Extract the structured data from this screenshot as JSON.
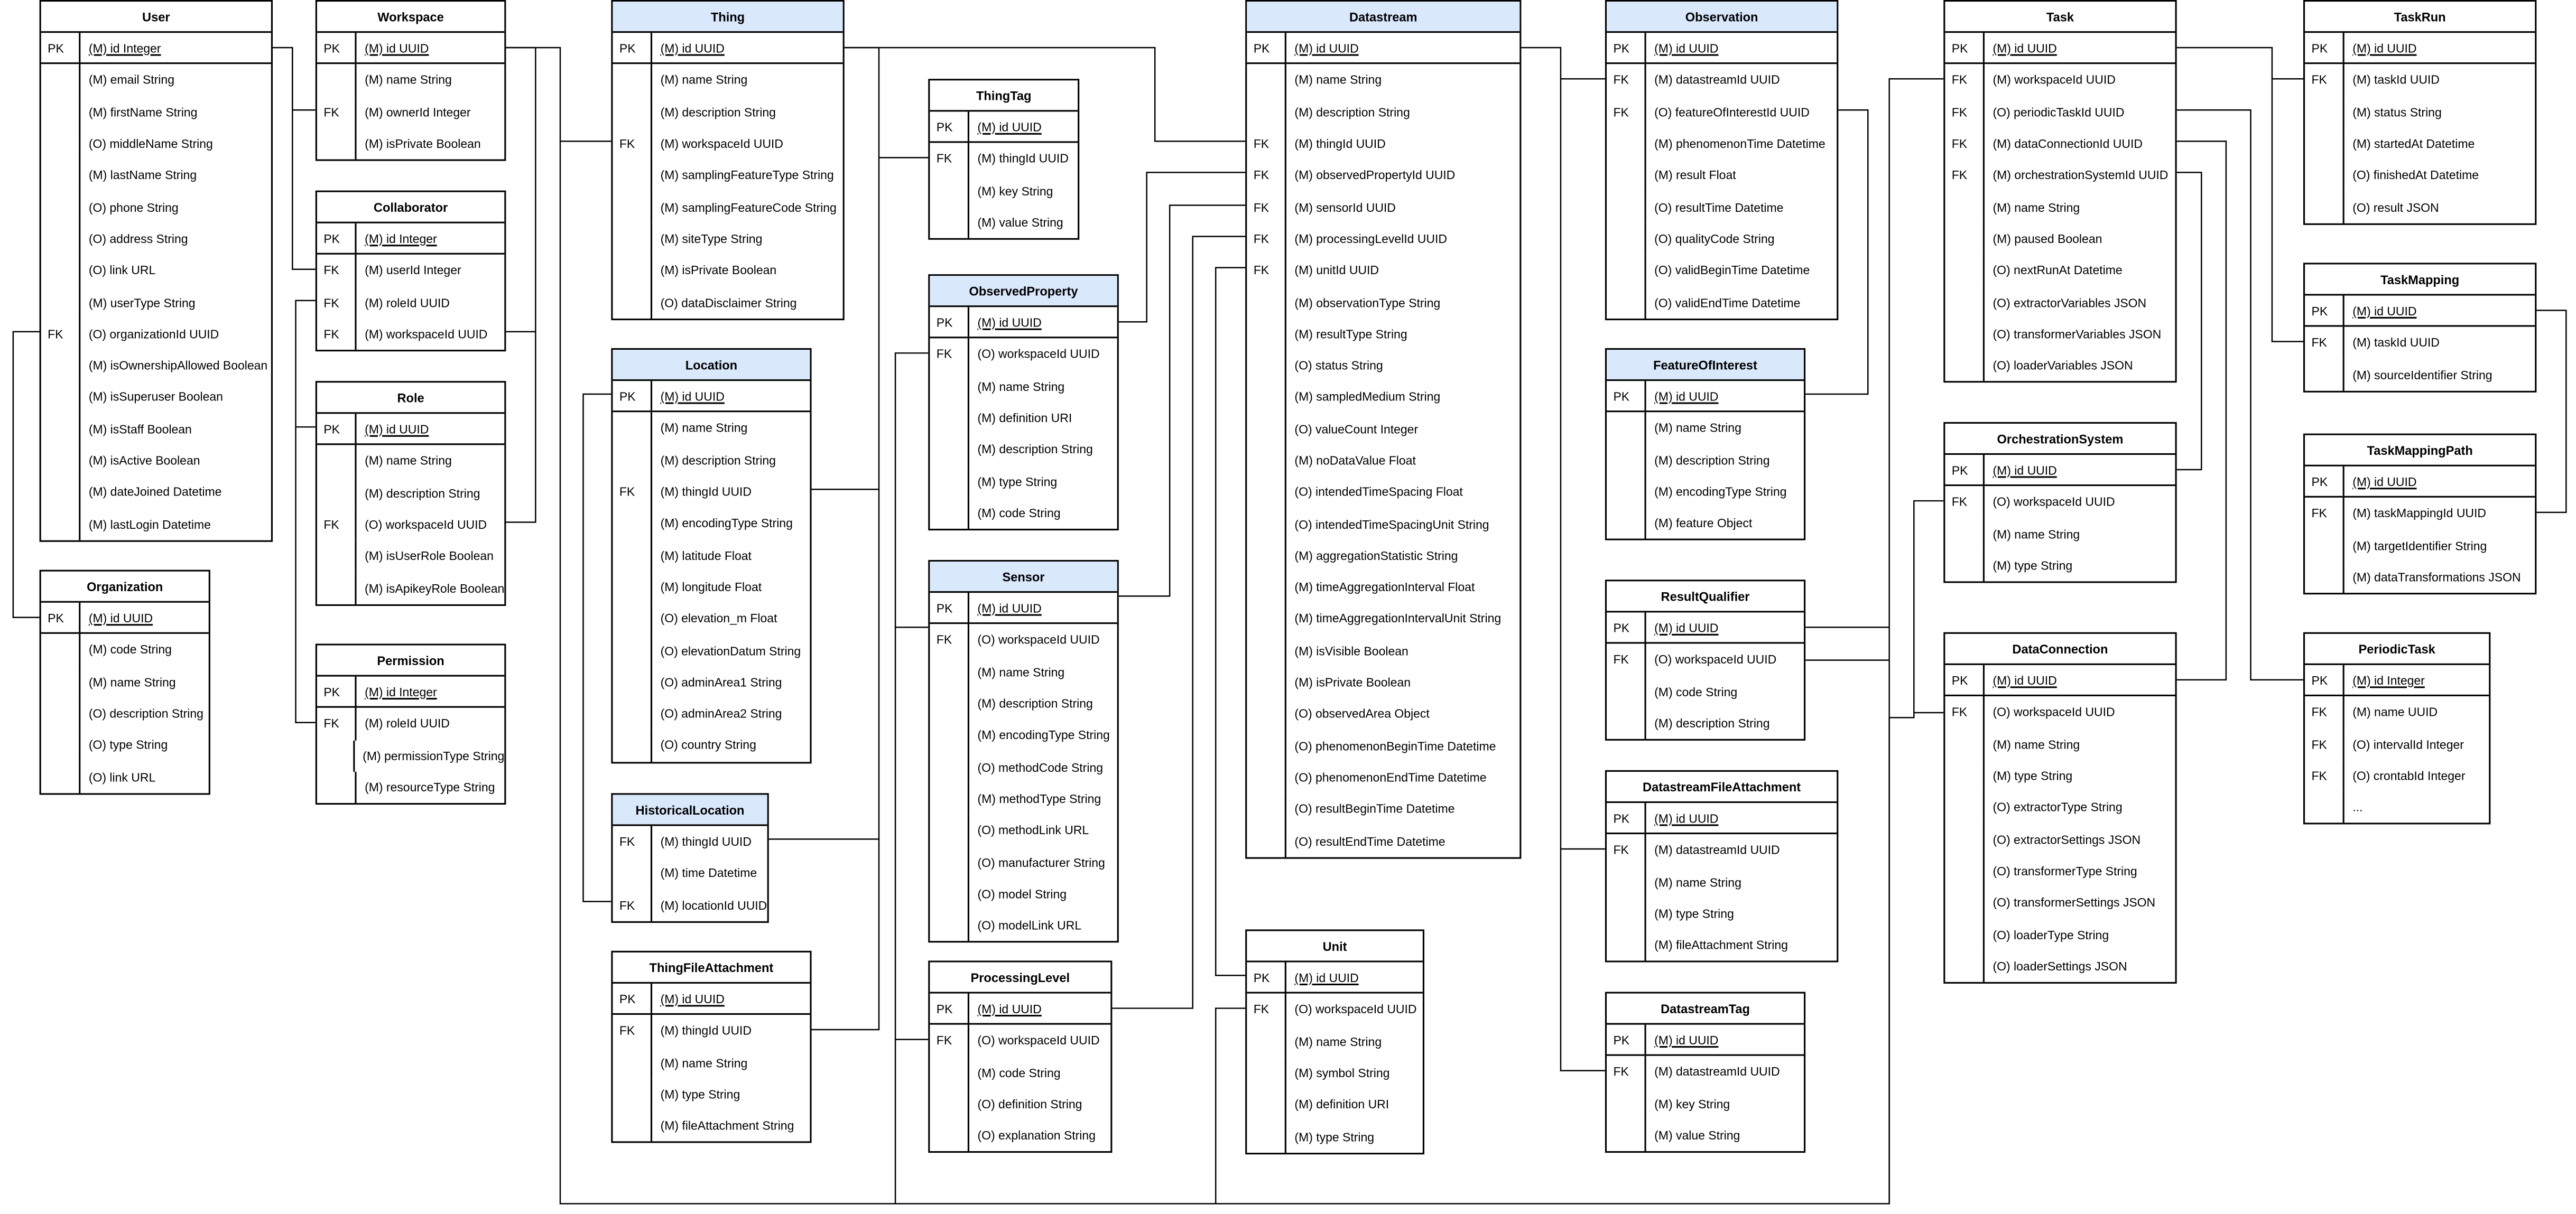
{
  "tables": [
    {
      "name": "User",
      "blue": false,
      "rows": [
        [
          "PK",
          "(M) id Integer"
        ],
        [
          "",
          "(M) email String"
        ],
        [
          "",
          "(M) firstName String"
        ],
        [
          "",
          "(O) middleName String"
        ],
        [
          "",
          "(M) lastName String"
        ],
        [
          "",
          "(O) phone String"
        ],
        [
          "",
          "(O) address String"
        ],
        [
          "",
          "(O) link URL"
        ],
        [
          "",
          "(M) userType String"
        ],
        [
          "FK",
          "(O) organizationId UUID"
        ],
        [
          "",
          "(M) isOwnershipAllowed Boolean"
        ],
        [
          "",
          "(M) isSuperuser Boolean"
        ],
        [
          "",
          "(M) isStaff Boolean"
        ],
        [
          "",
          "(M) isActive Boolean"
        ],
        [
          "",
          "(M) dateJoined Datetime"
        ],
        [
          "",
          "(M) lastLogin Datetime"
        ]
      ]
    },
    {
      "name": "Organization",
      "blue": false,
      "rows": [
        [
          "PK",
          "(M) id UUID"
        ],
        [
          "",
          "(M) code String"
        ],
        [
          "",
          "(M) name String"
        ],
        [
          "",
          "(O) description String"
        ],
        [
          "",
          "(O) type String"
        ],
        [
          "",
          "(O) link URL"
        ]
      ]
    },
    {
      "name": "Workspace",
      "blue": false,
      "rows": [
        [
          "PK",
          "(M) id UUID"
        ],
        [
          "",
          "(M) name String"
        ],
        [
          "FK",
          "(M) ownerId Integer"
        ],
        [
          "",
          "(M) isPrivate Boolean"
        ]
      ]
    },
    {
      "name": "Collaborator",
      "blue": false,
      "rows": [
        [
          "PK",
          "(M) id Integer"
        ],
        [
          "FK",
          "(M) userId Integer"
        ],
        [
          "FK",
          "(M) roleId UUID"
        ],
        [
          "FK",
          "(M) workspaceId UUID"
        ]
      ]
    },
    {
      "name": "Role",
      "blue": false,
      "rows": [
        [
          "PK",
          "(M) id UUID"
        ],
        [
          "",
          "(M) name String"
        ],
        [
          "",
          "(M) description String"
        ],
        [
          "FK",
          "(O) workspaceId UUID"
        ],
        [
          "",
          "(M) isUserRole Boolean"
        ],
        [
          "",
          "(M) isApikeyRole Boolean"
        ]
      ]
    },
    {
      "name": "Permission",
      "blue": false,
      "rows": [
        [
          "PK",
          "(M) id Integer"
        ],
        [
          "FK",
          "(M) roleId UUID"
        ],
        [
          "",
          "(M) permissionType String"
        ],
        [
          "",
          "(M) resourceType String"
        ]
      ]
    },
    {
      "name": "Thing",
      "blue": true,
      "rows": [
        [
          "PK",
          "(M) id UUID"
        ],
        [
          "",
          "(M) name String"
        ],
        [
          "",
          "(M) description String"
        ],
        [
          "FK",
          "(M) workspaceId UUID"
        ],
        [
          "",
          "(M) samplingFeatureType String"
        ],
        [
          "",
          "(M) samplingFeatureCode String"
        ],
        [
          "",
          "(M) siteType String"
        ],
        [
          "",
          "(M) isPrivate Boolean"
        ],
        [
          "",
          "(O) dataDisclaimer String"
        ]
      ]
    },
    {
      "name": "Location",
      "blue": true,
      "rows": [
        [
          "PK",
          "(M) id UUID"
        ],
        [
          "",
          "(M) name String"
        ],
        [
          "",
          "(M) description String"
        ],
        [
          "FK",
          "(M) thingId UUID"
        ],
        [
          "",
          "(M) encodingType String"
        ],
        [
          "",
          "(M) latitude Float"
        ],
        [
          "",
          "(M) longitude Float"
        ],
        [
          "",
          "(O) elevation_m Float"
        ],
        [
          "",
          "(O) elevationDatum String"
        ],
        [
          "",
          "(O) adminArea1 String"
        ],
        [
          "",
          "(O) adminArea2 String"
        ],
        [
          "",
          "(O) country String"
        ]
      ]
    },
    {
      "name": "HistoricalLocation",
      "blue": true,
      "rows": [
        [
          "FK",
          "(M) thingId UUID"
        ],
        [
          "",
          "(M) time Datetime"
        ],
        [
          "FK",
          "(M) locationId UUID"
        ]
      ]
    },
    {
      "name": "ThingFileAttachment",
      "blue": false,
      "rows": [
        [
          "PK",
          "(M) id UUID"
        ],
        [
          "FK",
          "(M) thingId UUID"
        ],
        [
          "",
          "(M) name String"
        ],
        [
          "",
          "(M) type String"
        ],
        [
          "",
          "(M) fileAttachment String"
        ]
      ]
    },
    {
      "name": "ThingTag",
      "blue": false,
      "rows": [
        [
          "PK",
          "(M) id UUID"
        ],
        [
          "FK",
          "(M) thingId UUID"
        ],
        [
          "",
          "(M) key String"
        ],
        [
          "",
          "(M) value String"
        ]
      ]
    },
    {
      "name": "ObservedProperty",
      "blue": true,
      "rows": [
        [
          "PK",
          "(M) id UUID"
        ],
        [
          "FK",
          "(O) workspaceId UUID"
        ],
        [
          "",
          "(M) name String"
        ],
        [
          "",
          "(M) definition URI"
        ],
        [
          "",
          "(M) description String"
        ],
        [
          "",
          "(M) type String"
        ],
        [
          "",
          "(M) code String"
        ]
      ]
    },
    {
      "name": "Sensor",
      "blue": true,
      "rows": [
        [
          "PK",
          "(M) id UUID"
        ],
        [
          "FK",
          "(O) workspaceId UUID"
        ],
        [
          "",
          "(M) name String"
        ],
        [
          "",
          "(M) description String"
        ],
        [
          "",
          "(M) encodingType String"
        ],
        [
          "",
          "(O) methodCode String"
        ],
        [
          "",
          "(M) methodType String"
        ],
        [
          "",
          "(O) methodLink URL"
        ],
        [
          "",
          "(O) manufacturer String"
        ],
        [
          "",
          "(O) model String"
        ],
        [
          "",
          "(O) modelLink URL"
        ]
      ]
    },
    {
      "name": "ProcessingLevel",
      "blue": false,
      "rows": [
        [
          "PK",
          "(M) id UUID"
        ],
        [
          "FK",
          "(O) workspaceId UUID"
        ],
        [
          "",
          "(M) code String"
        ],
        [
          "",
          "(O) definition String"
        ],
        [
          "",
          "(O) explanation String"
        ]
      ]
    },
    {
      "name": "Datastream",
      "blue": true,
      "rows": [
        [
          "PK",
          "(M) id UUID"
        ],
        [
          "",
          "(M) name String"
        ],
        [
          "",
          "(M) description String"
        ],
        [
          "FK",
          "(M) thingId UUID"
        ],
        [
          "FK",
          "(M) observedPropertyId UUID"
        ],
        [
          "FK",
          "(M) sensorId UUID"
        ],
        [
          "FK",
          "(M) processingLevelId UUID"
        ],
        [
          "FK",
          "(M) unitId UUID"
        ],
        [
          "",
          "(M) observationType String"
        ],
        [
          "",
          "(M) resultType String"
        ],
        [
          "",
          "(O) status String"
        ],
        [
          "",
          "(M) sampledMedium String"
        ],
        [
          "",
          "(O) valueCount Integer"
        ],
        [
          "",
          "(M) noDataValue Float"
        ],
        [
          "",
          "(O) intendedTimeSpacing Float"
        ],
        [
          "",
          "(O) intendedTimeSpacingUnit String"
        ],
        [
          "",
          "(M) aggregationStatistic String"
        ],
        [
          "",
          "(M) timeAggregationInterval Float"
        ],
        [
          "",
          "(M) timeAggregationIntervalUnit String"
        ],
        [
          "",
          "(M) isVisible Boolean"
        ],
        [
          "",
          "(M) isPrivate Boolean"
        ],
        [
          "",
          "(O) observedArea Object"
        ],
        [
          "",
          "(O) phenomenonBeginTime Datetime"
        ],
        [
          "",
          "(O) phenomenonEndTime Datetime"
        ],
        [
          "",
          "(O) resultBeginTime Datetime"
        ],
        [
          "",
          "(O) resultEndTime Datetime"
        ]
      ]
    },
    {
      "name": "Unit",
      "blue": false,
      "rows": [
        [
          "PK",
          "(M) id UUID"
        ],
        [
          "FK",
          "(O) workspaceId UUID"
        ],
        [
          "",
          "(M) name String"
        ],
        [
          "",
          "(M) symbol String"
        ],
        [
          "",
          "(M) definition URI"
        ],
        [
          "",
          "(M) type String"
        ]
      ]
    },
    {
      "name": "Observation",
      "blue": true,
      "rows": [
        [
          "PK",
          "(M) id UUID"
        ],
        [
          "FK",
          "(M) datastreamId UUID"
        ],
        [
          "FK",
          "(O) featureOfInterestId UUID"
        ],
        [
          "",
          "(M) phenomenonTime Datetime"
        ],
        [
          "",
          "(M) result Float"
        ],
        [
          "",
          "(O) resultTime Datetime"
        ],
        [
          "",
          "(O) qualityCode String"
        ],
        [
          "",
          "(O) validBeginTime Datetime"
        ],
        [
          "",
          "(O) validEndTime Datetime"
        ]
      ]
    },
    {
      "name": "FeatureOfInterest",
      "blue": true,
      "rows": [
        [
          "PK",
          "(M) id UUID"
        ],
        [
          "",
          "(M) name String"
        ],
        [
          "",
          "(M) description String"
        ],
        [
          "",
          "(M) encodingType String"
        ],
        [
          "",
          "(M) feature Object"
        ]
      ]
    },
    {
      "name": "ResultQualifier",
      "blue": false,
      "rows": [
        [
          "PK",
          "(M) id UUID"
        ],
        [
          "FK",
          "(O) workspaceId UUID"
        ],
        [
          "",
          "(M) code String"
        ],
        [
          "",
          "(M) description String"
        ]
      ]
    },
    {
      "name": "DatastreamFileAttachment",
      "blue": false,
      "rows": [
        [
          "PK",
          "(M) id UUID"
        ],
        [
          "FK",
          "(M) datastreamId UUID"
        ],
        [
          "",
          "(M) name String"
        ],
        [
          "",
          "(M) type String"
        ],
        [
          "",
          "(M) fileAttachment String"
        ]
      ]
    },
    {
      "name": "DatastreamTag",
      "blue": false,
      "rows": [
        [
          "PK",
          "(M) id UUID"
        ],
        [
          "FK",
          "(M) datastreamId UUID"
        ],
        [
          "",
          "(M) key String"
        ],
        [
          "",
          "(M) value String"
        ]
      ]
    },
    {
      "name": "Task",
      "blue": false,
      "rows": [
        [
          "PK",
          "(M) id UUID"
        ],
        [
          "FK",
          "(M) workspaceId UUID"
        ],
        [
          "FK",
          "(O) periodicTaskId UUID"
        ],
        [
          "FK",
          "(M) dataConnectionId UUID"
        ],
        [
          "FK",
          "(M) orchestrationSystemId UUID"
        ],
        [
          "",
          "(M) name String"
        ],
        [
          "",
          "(M) paused Boolean"
        ],
        [
          "",
          "(O) nextRunAt Datetime"
        ],
        [
          "",
          "(O) extractorVariables JSON"
        ],
        [
          "",
          "(O) transformerVariables JSON"
        ],
        [
          "",
          "(O) loaderVariables JSON"
        ]
      ]
    },
    {
      "name": "OrchestrationSystem",
      "blue": false,
      "rows": [
        [
          "PK",
          "(M) id UUID"
        ],
        [
          "FK",
          "(O) workspaceId UUID"
        ],
        [
          "",
          "(M) name String"
        ],
        [
          "",
          "(M) type String"
        ]
      ]
    },
    {
      "name": "DataConnection",
      "blue": false,
      "rows": [
        [
          "PK",
          "(M) id UUID"
        ],
        [
          "FK",
          "(O) workspaceId UUID"
        ],
        [
          "",
          "(M) name String"
        ],
        [
          "",
          "(M) type String"
        ],
        [
          "",
          "(O) extractorType String"
        ],
        [
          "",
          "(O) extractorSettings JSON"
        ],
        [
          "",
          "(O) transformerType String"
        ],
        [
          "",
          "(O) transformerSettings JSON"
        ],
        [
          "",
          "(O) loaderType String"
        ],
        [
          "",
          "(O) loaderSettings JSON"
        ]
      ]
    },
    {
      "name": "TaskRun",
      "blue": false,
      "rows": [
        [
          "PK",
          "(M) id UUID"
        ],
        [
          "FK",
          "(M) taskId UUID"
        ],
        [
          "",
          "(M) status String"
        ],
        [
          "",
          "(M) startedAt Datetime"
        ],
        [
          "",
          "(O) finishedAt Datetime"
        ],
        [
          "",
          "(O) result JSON"
        ]
      ]
    },
    {
      "name": "TaskMapping",
      "blue": false,
      "rows": [
        [
          "PK",
          "(M) id UUID"
        ],
        [
          "FK",
          "(M) taskId UUID"
        ],
        [
          "",
          "(M) sourceIdentifier String"
        ]
      ]
    },
    {
      "name": "TaskMappingPath",
      "blue": false,
      "rows": [
        [
          "PK",
          "(M) id UUID"
        ],
        [
          "FK",
          "(M) taskMappingId UUID"
        ],
        [
          "",
          "(M) targetIdentifier String"
        ],
        [
          "",
          "(M) dataTransformations JSON"
        ]
      ]
    },
    {
      "name": "PeriodicTask",
      "blue": false,
      "rows": [
        [
          "PK",
          "(M) id Integer"
        ],
        [
          "FK",
          "(M) name UUID"
        ],
        [
          "FK",
          "(O) intervalId Integer"
        ],
        [
          "FK",
          "(O) crontabId Integer"
        ],
        [
          "",
          "..."
        ]
      ]
    }
  ],
  "colors": {
    "entity_header_highlight": "#dae8fc",
    "line": "#000000"
  }
}
